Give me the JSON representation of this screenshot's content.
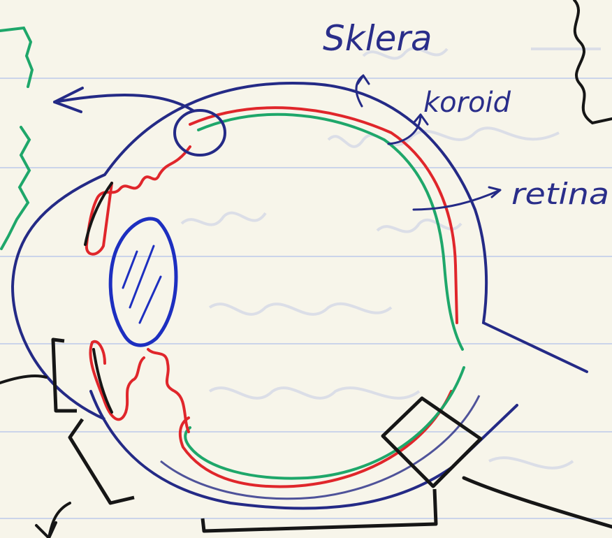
{
  "labels": {
    "sklera": "Sklera",
    "koroid": "koroid",
    "retina": "retina"
  },
  "colors": {
    "paper": "#f7f5ea",
    "ruling": "#cbd4ea",
    "sclera_ink": "#242a86",
    "choroid_ink": "#e0262b",
    "retina_ink": "#1ea76a",
    "lens_ink": "#1d2fc0",
    "marker_ink": "#161616"
  },
  "icons": [
    "arrow-icon"
  ]
}
